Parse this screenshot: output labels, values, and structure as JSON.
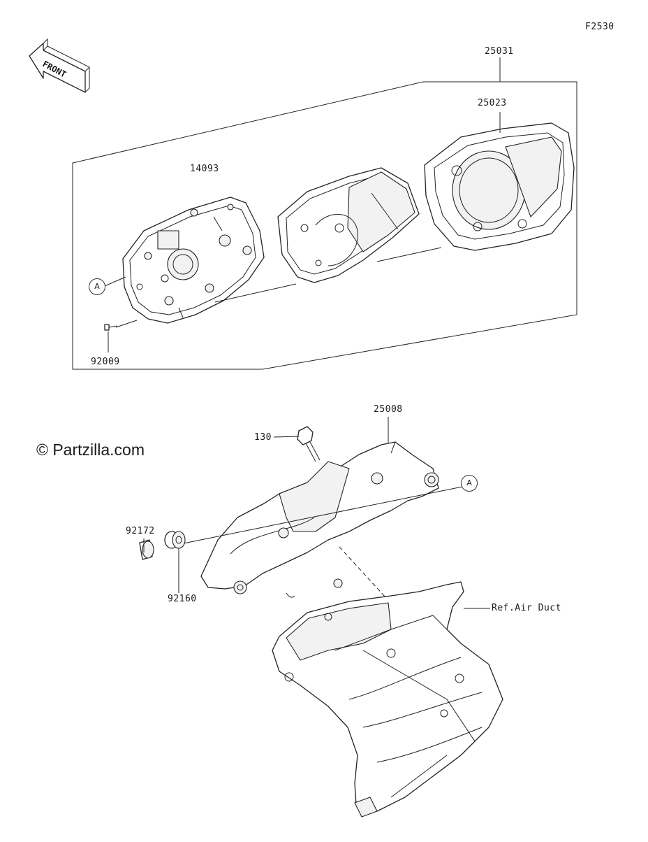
{
  "figure_code": "F2530",
  "direction_arrow": "FRONT",
  "watermark": "© Partzilla.com",
  "callouts": {
    "25031": "25031",
    "25023": "25023",
    "14093": "14093",
    "92009": "92009",
    "25008": "25008",
    "130": "130",
    "92172": "92172",
    "92160": "92160",
    "ref_air_duct": "Ref.Air Duct"
  },
  "ref_markers": {
    "a_upper": "A",
    "a_lower": "A"
  },
  "icons": [
    "front-arrow-icon"
  ],
  "colors": {
    "line": "#222222",
    "background": "#ffffff"
  }
}
